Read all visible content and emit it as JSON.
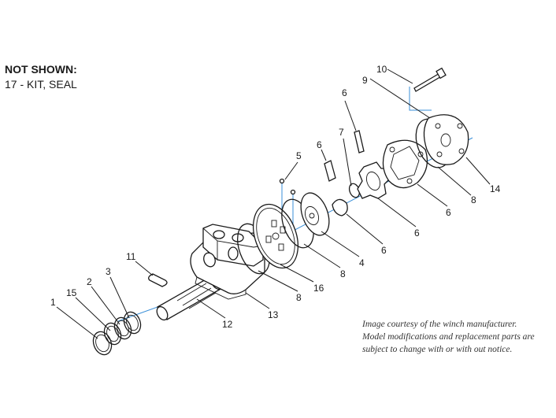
{
  "not_shown": {
    "heading": "NOT SHOWN:",
    "items": [
      "17 - KIT, SEAL"
    ]
  },
  "credit": {
    "lines": [
      "Image courtesy of the winch manufacturer.",
      "Model modifications and replacement parts are",
      "subject to change with or with out notice."
    ]
  },
  "callouts": {
    "c1": "1",
    "c15": "15",
    "c2": "2",
    "c3": "3",
    "c11": "11",
    "c12": "12",
    "c13": "13",
    "c8a": "8",
    "c16": "16",
    "c8b": "8",
    "c4": "4",
    "c5": "5",
    "c6a": "6",
    "c6b": "6",
    "c7": "7",
    "c6c": "6",
    "c6d": "6",
    "c6e": "6",
    "c8c": "8",
    "c14": "14",
    "c9": "9",
    "c10": "10"
  },
  "colors": {
    "ink": "#1a1a1a",
    "centerline": "#3a8fd8"
  }
}
